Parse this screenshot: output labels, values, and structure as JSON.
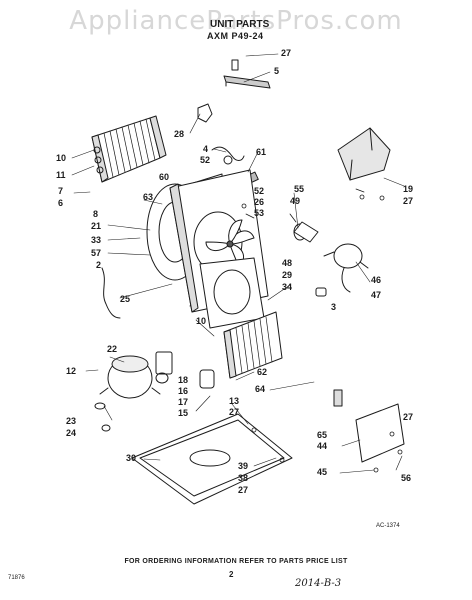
{
  "header": {
    "watermark": "AppliancePartsPros.com",
    "title": "UNIT PARTS",
    "model": "AXM P49-24"
  },
  "figure": {
    "reference": "AC-1374",
    "corner_code": "71876"
  },
  "callouts": [
    "27",
    "5",
    "28",
    "4",
    "52",
    "61",
    "10",
    "11",
    "7",
    "6",
    "60",
    "63",
    "8",
    "21",
    "33",
    "57",
    "2",
    "25",
    "52",
    "26",
    "53",
    "55",
    "49",
    "48",
    "29",
    "34",
    "19",
    "27",
    "46",
    "47",
    "3",
    "10",
    "22",
    "12",
    "18",
    "16",
    "17",
    "15",
    "62",
    "64",
    "23",
    "24",
    "13",
    "27",
    "30",
    "39",
    "38",
    "27",
    "65",
    "44",
    "27",
    "56",
    "45"
  ],
  "footer": {
    "note": "FOR ORDERING INFORMATION REFER TO PARTS PRICE LIST",
    "page": "2",
    "handwritten_code": "2014-B-3"
  }
}
